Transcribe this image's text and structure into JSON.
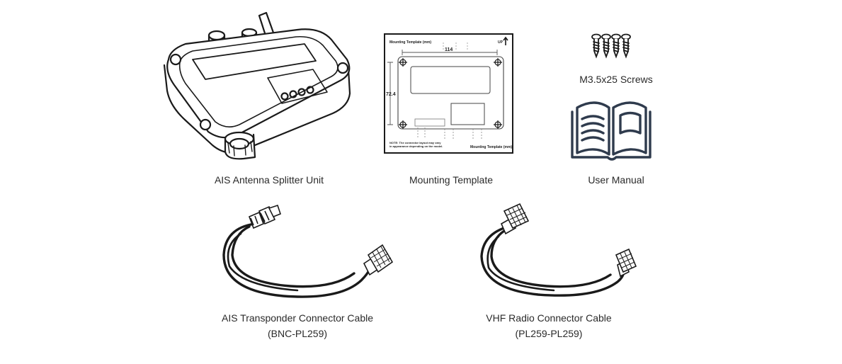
{
  "items": {
    "splitter": {
      "label": "AIS Antenna Splitter Unit",
      "icon": "splitter-unit-illustration"
    },
    "template": {
      "label": "Mounting Template",
      "icon": "mounting-template-illustration",
      "header_left": "Mounting Template (mm)",
      "header_right": "UP",
      "width_dim": "114",
      "height_dim": "72.4",
      "note_line1": "NOTE: The connector layout may vary",
      "note_line2": "in appearance depending on the model.",
      "footer_right": "Mounting Template (mm)"
    },
    "screws": {
      "label": "M3.5x25 Screws",
      "icon": "screws-icon"
    },
    "manual": {
      "label": "User Manual",
      "icon": "open-book-icon"
    },
    "cable_ais": {
      "label_line1": "AIS Transponder Connector Cable",
      "label_line2": "(BNC-PL259)",
      "icon": "bnc-pl259-cable-illustration"
    },
    "cable_vhf": {
      "label_line1": "VHF Radio Connector Cable",
      "label_line2": "(PL259-PL259)",
      "icon": "pl259-pl259-cable-illustration"
    }
  }
}
